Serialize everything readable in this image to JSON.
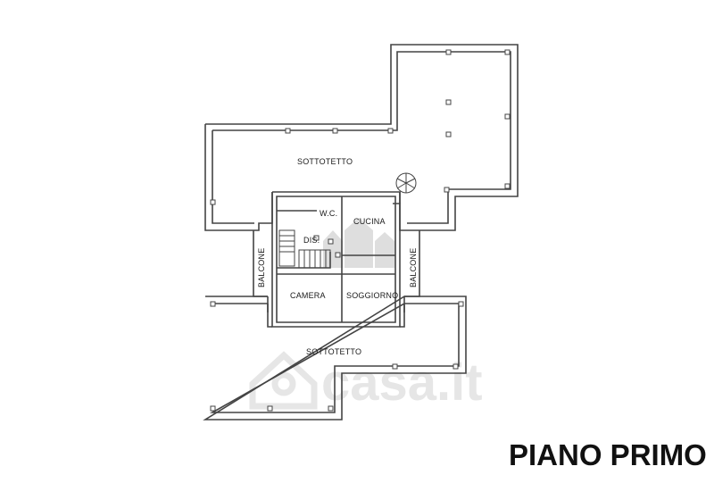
{
  "labels": {
    "sottotetto_top": "SOTTOTETTO",
    "sottotetto_bottom": "SOTTOTETTO",
    "wc": "W.C.",
    "cucina": "CUCINA",
    "dis": "DIS.",
    "camera": "CAMERA",
    "soggiorno": "SOGGIORNO",
    "balcone_left": "BALCONE",
    "balcone_right": "BALCONE"
  },
  "title": "PIANO PRIMO",
  "watermark": "casa.it",
  "colors": {
    "wall": "#444444",
    "text": "#111111",
    "watermark": "#e6e6e6"
  }
}
